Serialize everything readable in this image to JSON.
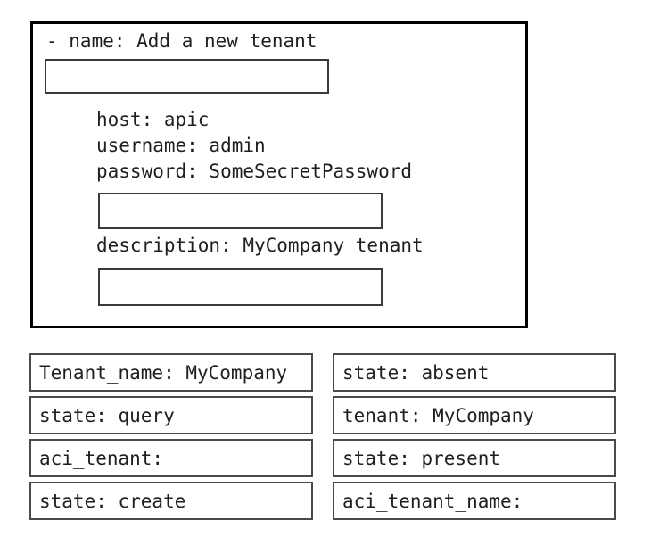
{
  "playbook": {
    "lines": [
      {
        "id": "name",
        "text": "- name: Add a new tenant"
      },
      {
        "id": "host",
        "text": "host: apic"
      },
      {
        "id": "username",
        "text": "username: admin"
      },
      {
        "id": "password",
        "text": "password: SomeSecretPassword"
      },
      {
        "id": "description",
        "text": "description: MyCompany tenant"
      }
    ],
    "blanks": [
      {
        "id": "blank-1",
        "value": "",
        "placeholder": ""
      },
      {
        "id": "blank-2",
        "value": "",
        "placeholder": ""
      },
      {
        "id": "blank-3",
        "value": "",
        "placeholder": ""
      }
    ]
  },
  "options": [
    {
      "id": "opt-tenant-name-mycompany",
      "label": "Tenant_name: MyCompany"
    },
    {
      "id": "opt-state-absent",
      "label": "state: absent"
    },
    {
      "id": "opt-state-query",
      "label": "state: query"
    },
    {
      "id": "opt-tenant-mycompany",
      "label": "tenant: MyCompany"
    },
    {
      "id": "opt-aci-tenant",
      "label": "aci_tenant:"
    },
    {
      "id": "opt-state-present",
      "label": "state: present"
    },
    {
      "id": "opt-state-create",
      "label": "state: create"
    },
    {
      "id": "opt-aci-tenant-name",
      "label": "aci_tenant_name:"
    }
  ],
  "colors": {
    "page_background": "#ffffff",
    "card_border": "#000000",
    "field_border": "#3a3a3a",
    "tile_border": "#4a4a4a",
    "text": "#1f1f1f"
  }
}
